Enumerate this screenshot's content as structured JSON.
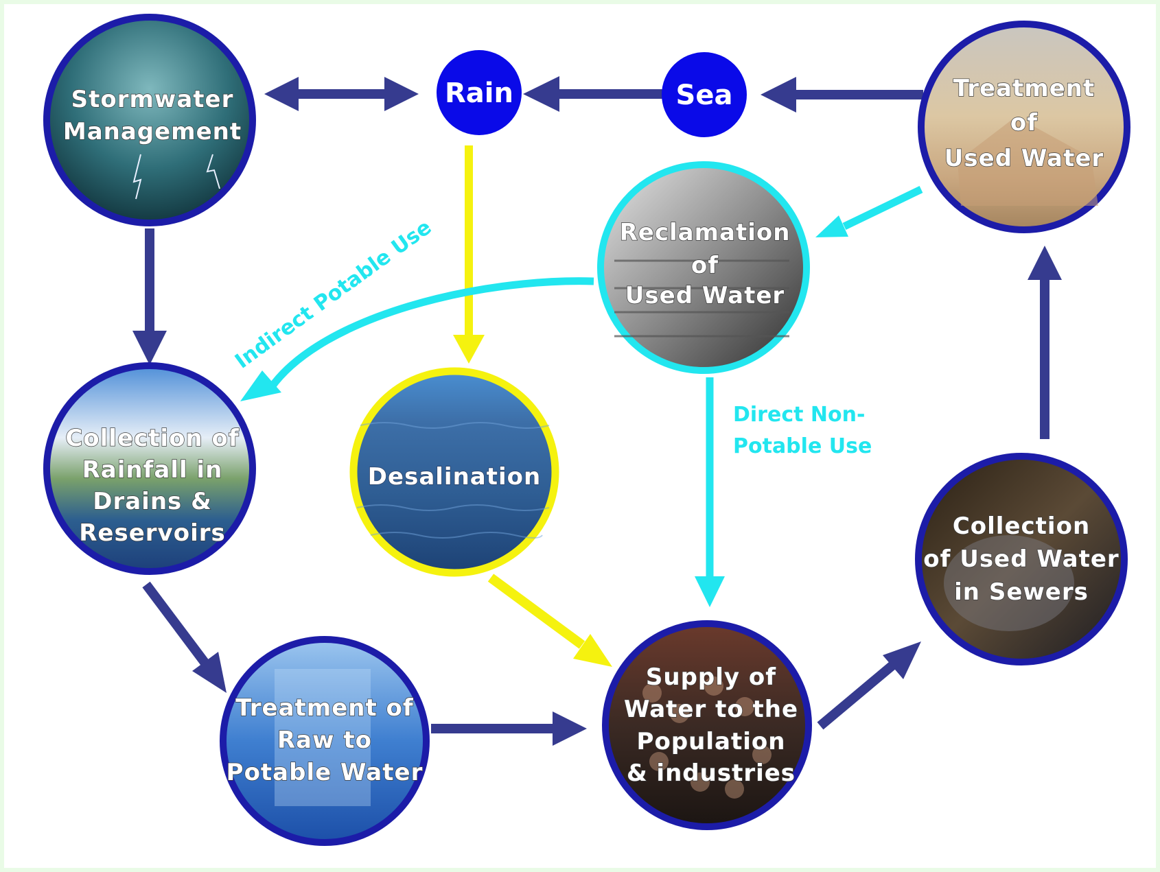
{
  "diagram": {
    "nodes": {
      "stormwater": {
        "label_lines": [
          "Stormwater",
          "Management"
        ],
        "icon": "storm-cloud-image"
      },
      "rain": {
        "label": "Rain"
      },
      "sea": {
        "label": "Sea"
      },
      "treatment_used": {
        "label_lines": [
          "Treatment",
          "of",
          "Used Water"
        ],
        "icon": "treatment-plant-image"
      },
      "reclamation": {
        "label_lines": [
          "Reclamation",
          "of",
          "Used Water"
        ],
        "icon": "membrane-pipes-image"
      },
      "collection_rainfall": {
        "label_lines": [
          "Collection of",
          "Rainfall in",
          "Drains &",
          "Reservoirs"
        ],
        "icon": "reservoir-image"
      },
      "desalination": {
        "label_lines": [
          "Desalination"
        ],
        "icon": "sea-water-image"
      },
      "collection_used": {
        "label_lines": [
          "Collection",
          "of Used Water",
          "in Sewers"
        ],
        "icon": "sewer-tunnel-image"
      },
      "treatment_raw": {
        "label_lines": [
          "Treatment of",
          "Raw to",
          "Potable Water"
        ],
        "icon": "water-glass-image"
      },
      "supply": {
        "label_lines": [
          "Supply of",
          "Water to the",
          "Population",
          "& industries"
        ],
        "icon": "crowd-image"
      }
    },
    "edge_labels": {
      "indirect": "Indirect Potable Use",
      "direct_lines": [
        "Direct Non-",
        "Potable Use"
      ]
    },
    "colors": {
      "page_bg": "#e9fbe6",
      "canvas_bg": "#ffffff",
      "navy_arrow": "#363b8f",
      "yellow_arrow": "#f5f20f",
      "cyan_arrow": "#22e6ef",
      "node_ring_blue": "#1c1ca8",
      "node_fill_blue": "#0a0ae8",
      "node_ring_yellow": "#f5f20f",
      "node_ring_cyan": "#22e6ef"
    }
  }
}
